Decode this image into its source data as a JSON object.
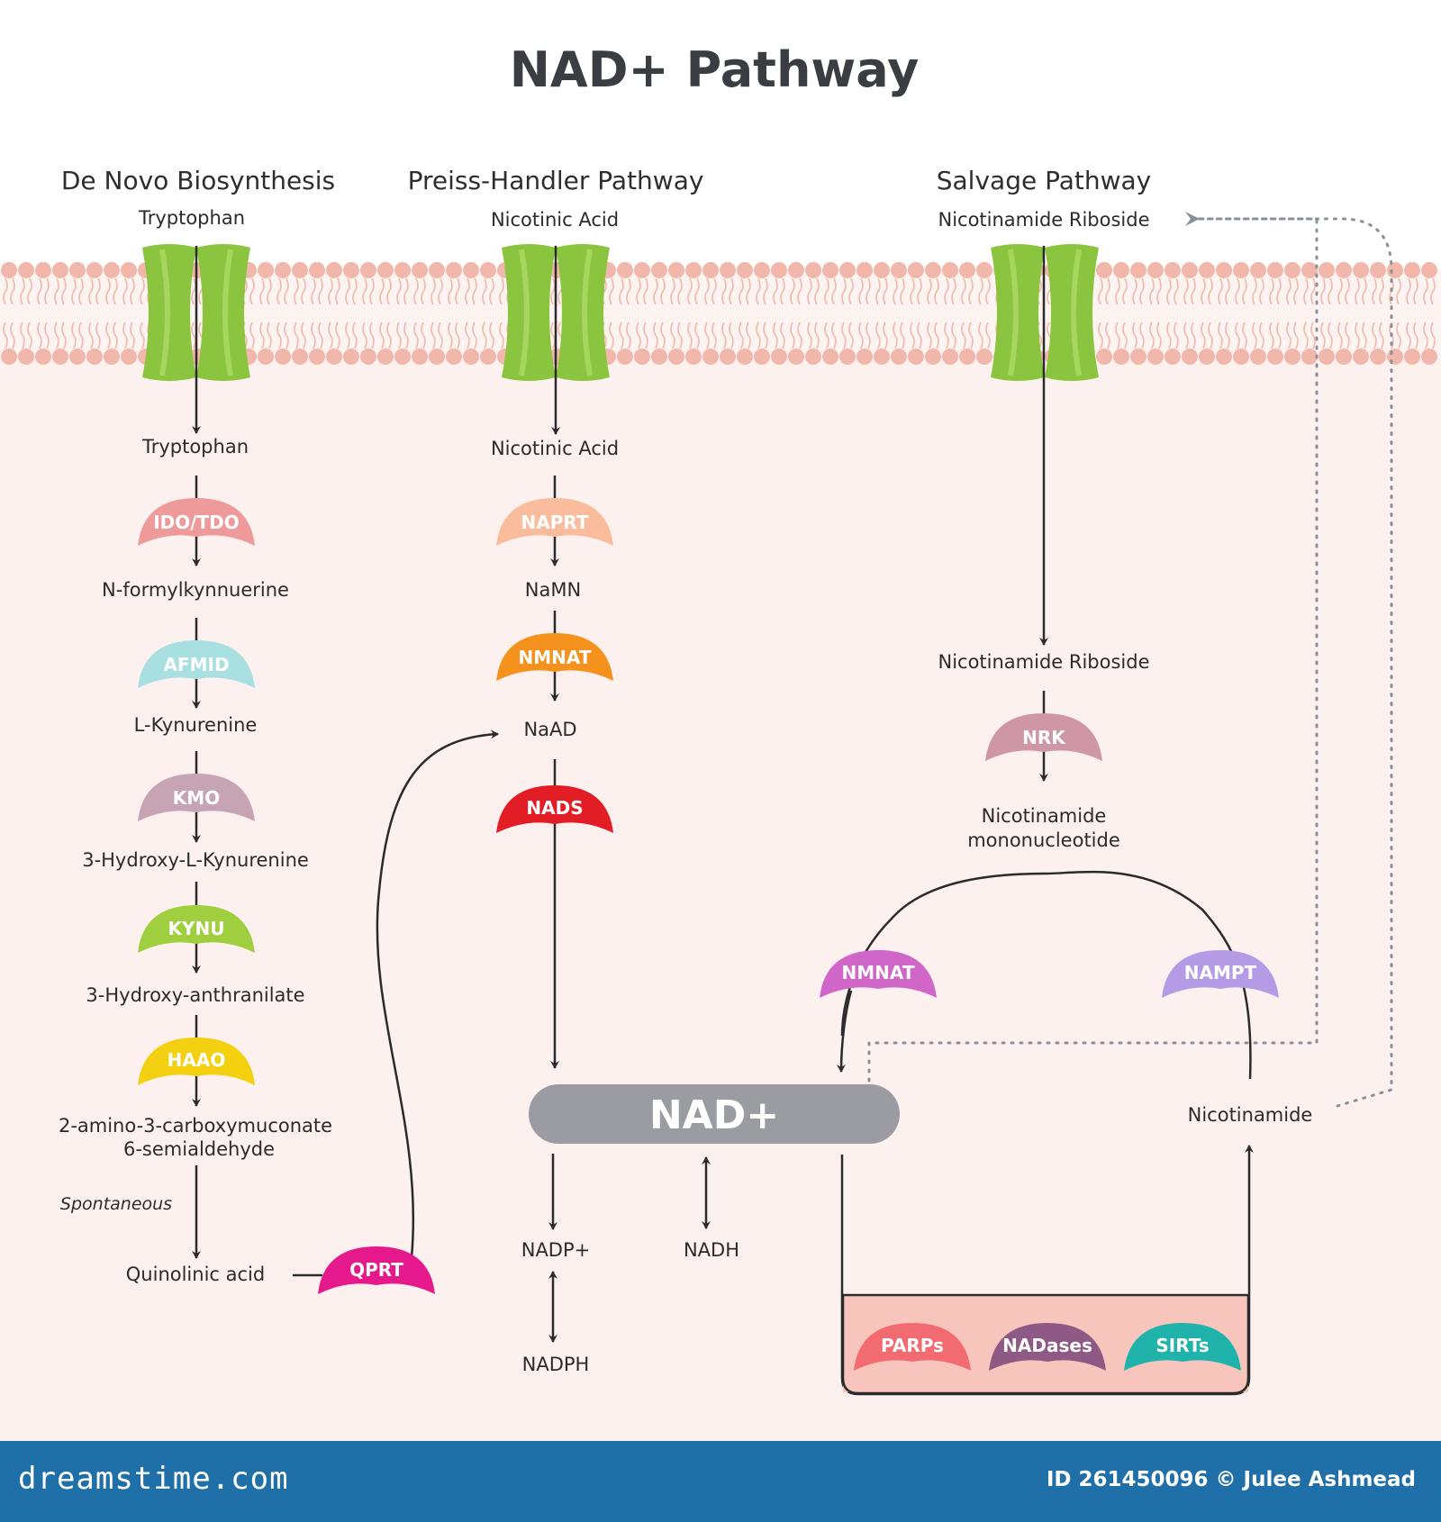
{
  "title": "NAD+ Pathway",
  "sections": {
    "de_novo": "De Novo Biosynthesis",
    "preiss_handler": "Preiss-Handler Pathway",
    "salvage": "Salvage Pathway"
  },
  "de_novo": {
    "outside": "Tryptophan",
    "inside": "Tryptophan",
    "steps": [
      {
        "enzyme": "IDO/TDO",
        "color": "#ef9a9a",
        "product": "N-formylkynnuerine"
      },
      {
        "enzyme": "AFMID",
        "color": "#a8dfe0",
        "product": "L-Kynurenine"
      },
      {
        "enzyme": "KMO",
        "color": "#c6a4b4",
        "product": "3-Hydroxy-L-Kynurenine"
      },
      {
        "enzyme": "KYNU",
        "color": "#9fcf3f",
        "product": "3-Hydroxy-anthranilate"
      },
      {
        "enzyme": "HAAO",
        "color": "#f3d111",
        "product": "2-amino-3-carboxymuconate"
      }
    ],
    "product_line2": "6-semialdehyde",
    "spontaneous": "Spontaneous",
    "quinolinic": "Quinolinic acid",
    "qprt": {
      "enzyme": "QPRT",
      "color": "#e5198c"
    }
  },
  "preiss_handler": {
    "outside": "Nicotinic Acid",
    "inside": "Nicotinic Acid",
    "naprt": {
      "enzyme": "NAPRT",
      "color": "#f9bd9e"
    },
    "namn": "NaMN",
    "nmnat": {
      "enzyme": "NMNAT",
      "color": "#f5921e"
    },
    "naad": "NaAD",
    "nads": {
      "enzyme": "NADS",
      "color": "#e31d25"
    }
  },
  "salvage": {
    "outside": "Nicotinamide Riboside",
    "inside": "Nicotinamide Riboside",
    "nrk": {
      "enzyme": "NRK",
      "color": "#cf96a6"
    },
    "nmn_line1": "Nicotinamide",
    "nmn_line2": "mononucleotide",
    "nmnat": {
      "enzyme": "NMNAT",
      "color": "#d166c9"
    },
    "nampt": {
      "enzyme": "NAMPT",
      "color": "#b59be6"
    },
    "nicotinamide": "Nicotinamide"
  },
  "nad": {
    "label": "NAD+",
    "color": "#9a9ca1",
    "nadp": "NADP+",
    "nadh": "NADH",
    "nadph": "NADPH"
  },
  "consumers": [
    {
      "enzyme": "PARPs",
      "color": "#f26b71"
    },
    {
      "enzyme": "NADases",
      "color": "#8e5a85"
    },
    {
      "enzyme": "SIRTs",
      "color": "#1fb3ac"
    }
  ],
  "colors": {
    "membrane_head": "#f2b7ab",
    "channel": "#8bc53f",
    "consumer_box": "#f7c5bc",
    "footer": "#1f6fa8"
  },
  "footer": {
    "logo": "dreamstime.com",
    "credit": "ID 261450096 © Julee Ashmead"
  }
}
